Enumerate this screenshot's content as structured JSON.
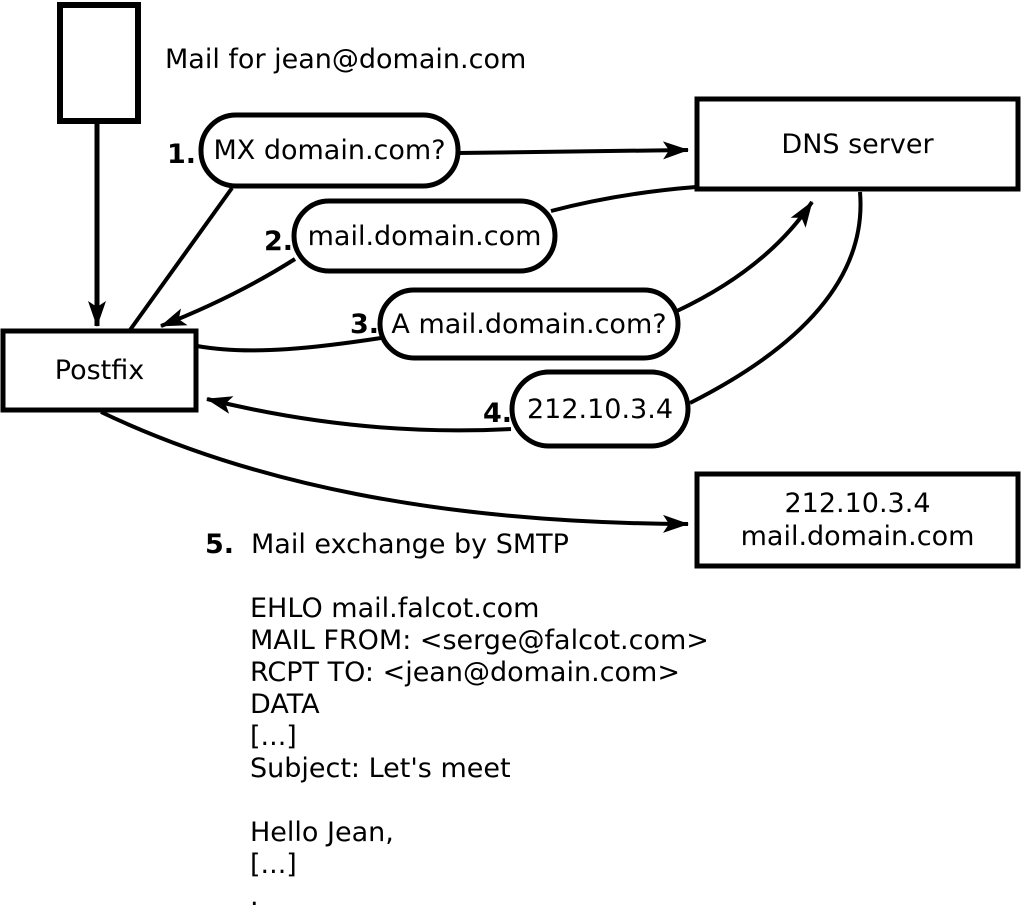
{
  "diagram": {
    "caption": "Mail for jean@domain.com",
    "nodes": {
      "postfix": {
        "label": "Postfix"
      },
      "dns_server": {
        "label": "DNS server"
      },
      "mail_server": {
        "line1": "212.10.3.4",
        "line2": "mail.domain.com"
      }
    },
    "steps": [
      {
        "number": "1.",
        "label": "MX domain.com?"
      },
      {
        "number": "2.",
        "label": "mail.domain.com"
      },
      {
        "number": "3.",
        "label": "A mail.domain.com?"
      },
      {
        "number": "4.",
        "label": "212.10.3.4"
      },
      {
        "number": "5.",
        "label": "Mail exchange by SMTP"
      }
    ],
    "smtp_session": "EHLO mail.falcot.com\nMAIL FROM: <serge@falcot.com>\nRCPT TO: <jean@domain.com>\nDATA\n[...]\nSubject: Let's meet\n\nHello Jean,\n[...]\n.",
    "colors": {
      "stroke": "#000000",
      "background": "#ffffff"
    }
  }
}
